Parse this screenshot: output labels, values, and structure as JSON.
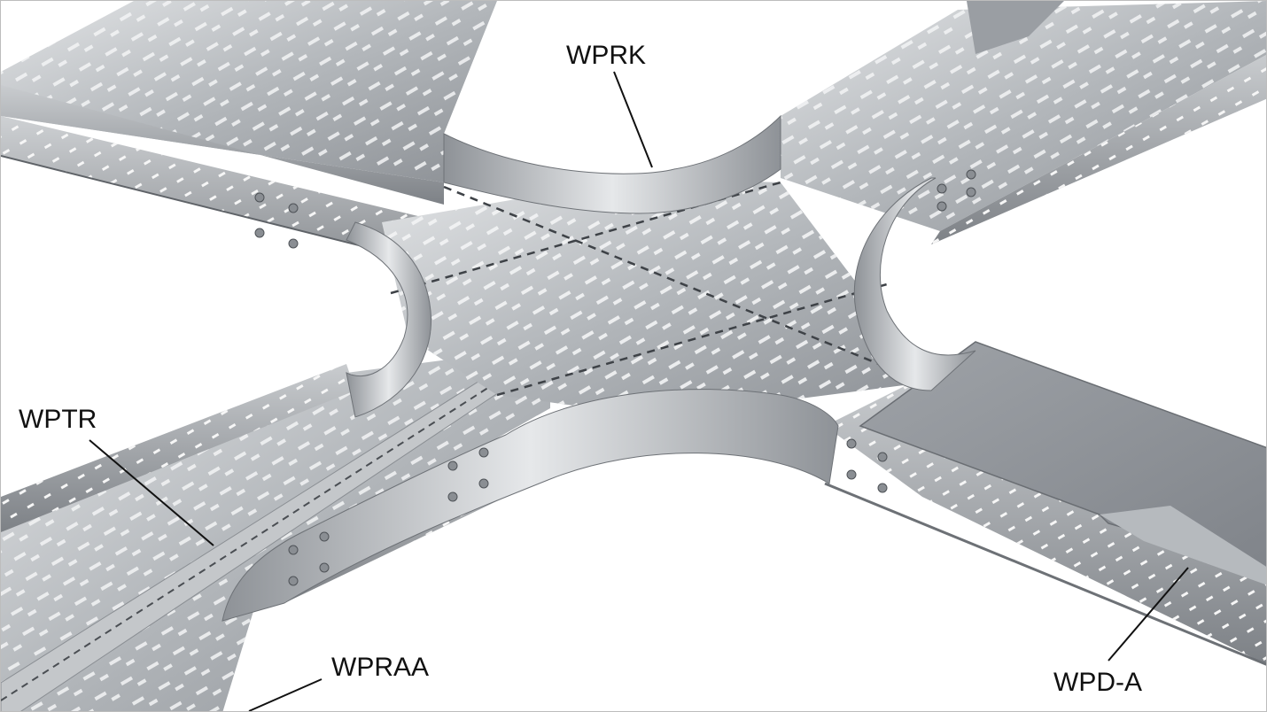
{
  "callouts": {
    "wprk": "WPRK",
    "wptr": "WPTR",
    "wpraa": "WPRAA",
    "wpda": "WPD-A"
  },
  "colors": {
    "background": "#ffffff",
    "steel_light": "#d7d9db",
    "steel_mid": "#a9adb1",
    "steel_dark": "#6f7378",
    "slot": "#f4f4f4",
    "label": "#111111"
  },
  "illustration": {
    "subject": "cable-tray-cross-intersection"
  }
}
